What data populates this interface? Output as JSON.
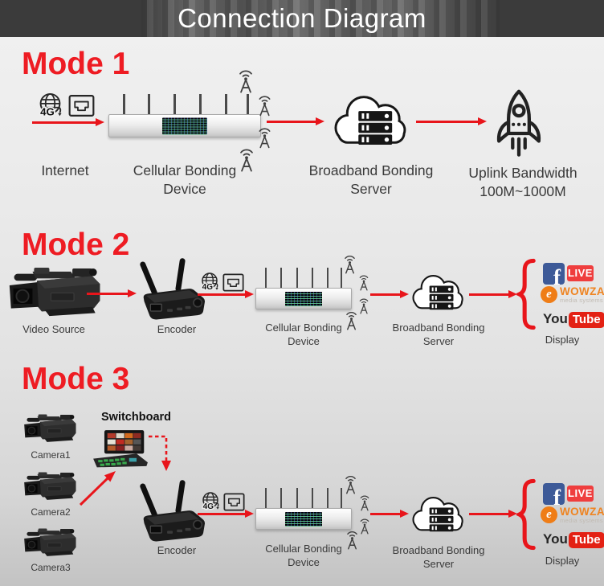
{
  "banner": {
    "title": "Connection Diagram"
  },
  "mode1": {
    "heading": "Mode 1",
    "internet_label": "Internet",
    "device_label": [
      "Cellular Bonding",
      "Device"
    ],
    "server_label": [
      "Broadband Bonding",
      "Server"
    ],
    "uplink_label": [
      "Uplink Bandwidth",
      "100M~1000M"
    ]
  },
  "mode2": {
    "heading": "Mode 2",
    "video_source_label": "Video Source",
    "encoder_label": "Encoder",
    "device_label": [
      "Cellular Bonding",
      "Device"
    ],
    "server_label": [
      "Broadband Bonding",
      "Server"
    ],
    "display_label": "Display"
  },
  "mode3": {
    "heading": "Mode 3",
    "switchboard_label": "Switchboard",
    "camera_labels": [
      "Camera1",
      "Camera2",
      "Camera3"
    ],
    "encoder_label": "Encoder",
    "device_label": [
      "Cellular Bonding",
      "Device"
    ],
    "server_label": [
      "Broadband Bonding",
      "Server"
    ],
    "display_label": "Display"
  },
  "logos": {
    "facebook_initial": "f",
    "live_badge": "LIVE",
    "wowza_mark": "e",
    "wowza_name": "WOWZA",
    "wowza_tagline": "media systems",
    "youtube_part1": "You",
    "youtube_part2": "Tube"
  },
  "icons": {
    "cellular_4g": "4G"
  },
  "colors": {
    "accent_red": "#e8151b",
    "heading_red": "#ee1c23",
    "facebook_blue": "#3d5a98",
    "live_red": "#ef3e3e",
    "wowza_orange": "#ef8421",
    "youtube_red": "#e32114",
    "banner_dark": "#3b3b3b"
  }
}
